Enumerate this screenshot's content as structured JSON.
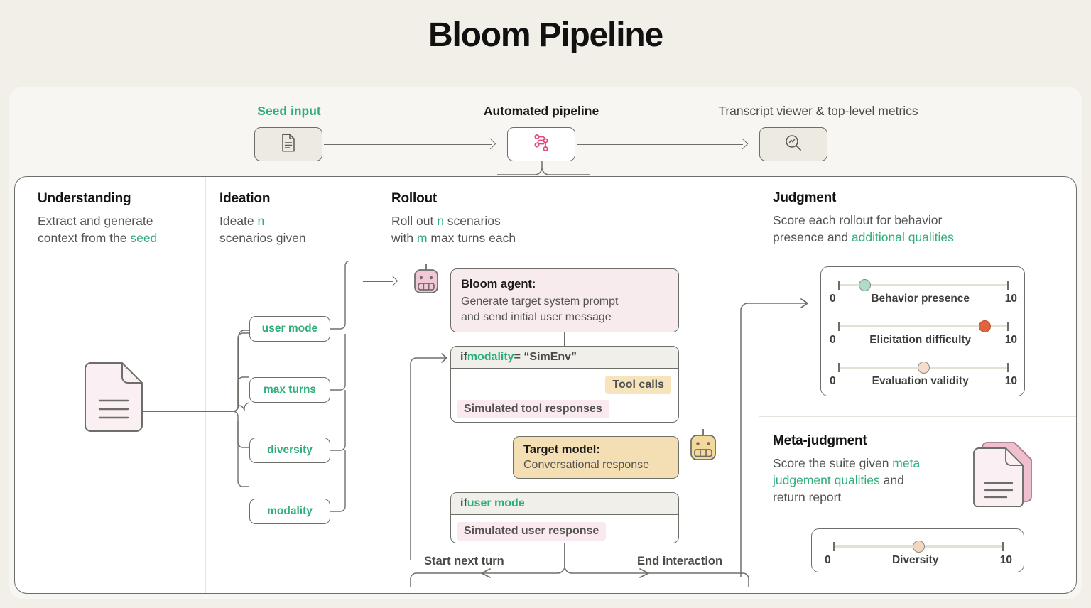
{
  "page": {
    "title": "Bloom Pipeline",
    "accent_green": "#2FAE79",
    "accent_pink": "#E0487E",
    "bg": "#F2EFE9"
  },
  "pipeline": {
    "steps": [
      {
        "label": "Seed input",
        "icon": "document-icon",
        "color": "#2FAE79"
      },
      {
        "label": "Automated pipeline",
        "icon": "pipeline-icon",
        "color": "#1A1A1A"
      },
      {
        "label": "Transcript viewer & top-level metrics",
        "icon": "magnifier-metrics-icon",
        "color": "#4A4A48"
      }
    ]
  },
  "columns": {
    "understanding": {
      "title": "Understanding",
      "desc_1": "Extract and generate",
      "desc_2": "context from the ",
      "desc_highlight": "seed",
      "icon": "seed-document-icon"
    },
    "ideation": {
      "title": "Ideation",
      "desc_1": "Ideate ",
      "desc_n": "n",
      "desc_2": "scenarios given",
      "params": [
        {
          "label": "user mode"
        },
        {
          "label": "max turns"
        },
        {
          "label": "diversity"
        },
        {
          "label": "modality"
        }
      ]
    },
    "rollout": {
      "title": "Rollout",
      "desc_pre": "Roll out ",
      "desc_n": "n",
      "desc_mid": " scenarios",
      "desc_pre2": "with ",
      "desc_m": "m",
      "desc_post2": " max turns each",
      "bloom_agent": {
        "heading": "Bloom agent:",
        "line1": "Generate target system prompt",
        "line2": "and send initial user message",
        "icon": "robot-pink-icon"
      },
      "simenv": {
        "cond_if": "if ",
        "cond_var": "modality",
        "cond_rest": " = “SimEnv”",
        "tool_calls": "Tool calls",
        "tool_responses": "Simulated tool responses"
      },
      "target_model": {
        "heading": "Target model:",
        "body": "Conversational response",
        "icon": "robot-yellow-icon"
      },
      "usermode": {
        "cond_if": "if ",
        "cond_var": "user mode",
        "response": "Simulated user response"
      },
      "start_next_turn": "Start next turn",
      "end_interaction": "End interaction"
    },
    "judgment": {
      "title": "Judgment",
      "desc_1": "Score each rollout for behavior",
      "desc_2": "presence and ",
      "desc_highlight": "additional qualities",
      "sliders": [
        {
          "label": "Behavior presence",
          "min": "0",
          "max": "10",
          "value": 1.5,
          "color": "#AEDCC4"
        },
        {
          "label": "Elicitation difficulty",
          "min": "0",
          "max": "10",
          "value": 8.6,
          "color": "#E2643C"
        },
        {
          "label": "Evaluation validity",
          "min": "0",
          "max": "10",
          "value": 5.0,
          "color": "#F6DCCB"
        }
      ]
    },
    "meta_judgment": {
      "title": "Meta-judgment",
      "desc_1": "Score the suite given ",
      "desc_highlight_1": "meta",
      "desc_highlight_2": "judgement qualities",
      "desc_2": " and",
      "desc_3": "return report",
      "icon": "report-document-icon",
      "sliders": [
        {
          "label": "Diversity",
          "min": "0",
          "max": "10",
          "value": 5.0,
          "color": "#F3D6C0"
        }
      ]
    }
  }
}
